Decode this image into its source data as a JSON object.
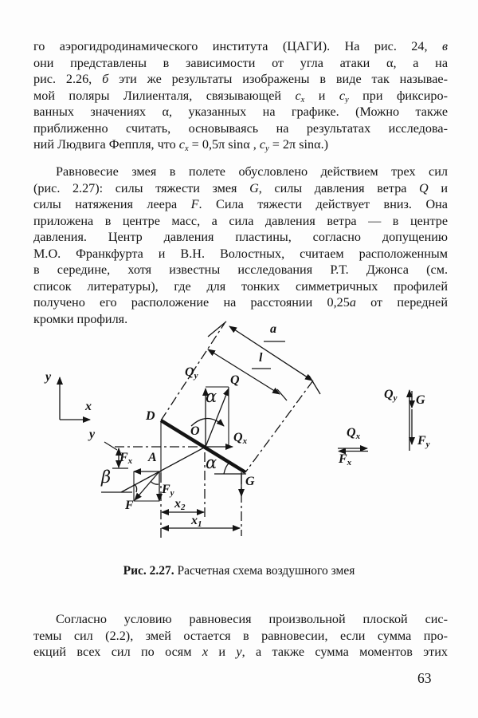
{
  "page_number": "63",
  "p1": {
    "lines": [
      "го аэрогидродинамического института (ЦАГИ). На рис. 24, <i>в</i>",
      "они представлены в зависимости от угла атаки α, а на",
      "рис. 2.26, <i>б</i> эти же результаты изображены в виде так называе-",
      "мой поляры Лилиенталя, связывающей <i>c<sub>x</sub></i> и <i>c<sub>y</sub></i> при фиксиро-",
      "ванных значениях α, указанных на графике. (Можно также",
      "приближенно считать, основываясь на результатах исследова-",
      "ний Людвига Феппля, что <i>c<sub>x</sub></i> = 0,5π sinα , <i>c<sub>y</sub></i> = 2π sinα.)"
    ]
  },
  "p2": {
    "lines": [
      "Равновесие змея в полете обусловлено действием трех сил",
      "(рис. 2.27): силы тяжести змея <i>G</i>, силы давления ветра <i>Q</i> и",
      "силы натяжения леера <i>F</i>. Сила тяжести действует вниз. Она",
      "приложена в центре масс, а сила давления ветра — в центре",
      "давления. Центр давления пластины, согласно допущению",
      "М.О. Франкфурта и В.Н. Волостных, считаем расположенным",
      "в середине, хотя известны исследования Р.Т. Джонса (см.",
      "список литературы), где для тонких симметричных профилей",
      "получено его расположение на расстоянии 0,25<i>а</i> от передней",
      "кромки профиля."
    ]
  },
  "p3": {
    "lines": [
      "Согласно условию равновесия произвольной плоской сис-",
      "темы сил (2.2), змей остается в равновесии, если сумма про-",
      "екций всех сил по осям <i>x</i> и <i>y</i>, а также сумма моментов этих"
    ]
  },
  "caption": {
    "label": "Рис. 2.27.",
    "text": " Расчетная схема воздушного змея"
  },
  "figure": {
    "labels": {
      "axis_y": "y",
      "axis_x": "x",
      "dim_a": "a",
      "dim_l": "l",
      "Q": "Q",
      "Qy": "Q<sub>y</sub>",
      "Qx": "Q<sub>x</sub>",
      "alpha_top": "α",
      "alpha_bottom": "α",
      "beta": "β",
      "O": "O",
      "D": "D",
      "A": "A",
      "dim_y": "y",
      "F": "F",
      "Fx": "F<sub>x</sub>",
      "Fy": "F<sub>y</sub>",
      "x1": "x<sub>1</sub>",
      "x2": "x<sub>2</sub>",
      "G": "G",
      "right_Qy": "Q<sub>y</sub>",
      "right_G": "G",
      "right_Fy": "F<sub>y</sub>",
      "right_Qx": "Q<sub>x</sub>",
      "right_Fx": "F<sub>x</sub>"
    }
  }
}
